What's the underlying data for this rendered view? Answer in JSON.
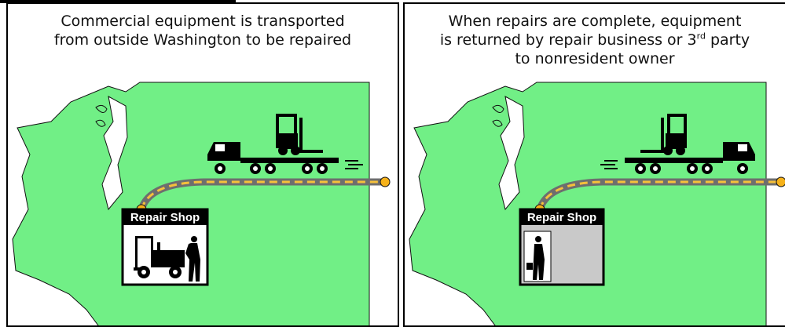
{
  "panels": [
    {
      "caption_line1": "Commercial equipment is transported",
      "caption_line2": "from outside Washington to be repaired",
      "shop_label": "Repair Shop"
    },
    {
      "caption_line1": "When repairs are complete, equipment",
      "caption_line2_pre": "is returned by repair business or 3",
      "caption_line2_sup": "rd",
      "caption_line2_post": " party",
      "caption_line3": "to nonresident owner",
      "shop_label": "Repair Shop"
    }
  ],
  "colors": {
    "map_fill": "#71ef86",
    "road": "#6e6e6e",
    "road_dash": "#f6c13b",
    "endpoint": "#f6b21a",
    "silhouette": "#000000"
  }
}
